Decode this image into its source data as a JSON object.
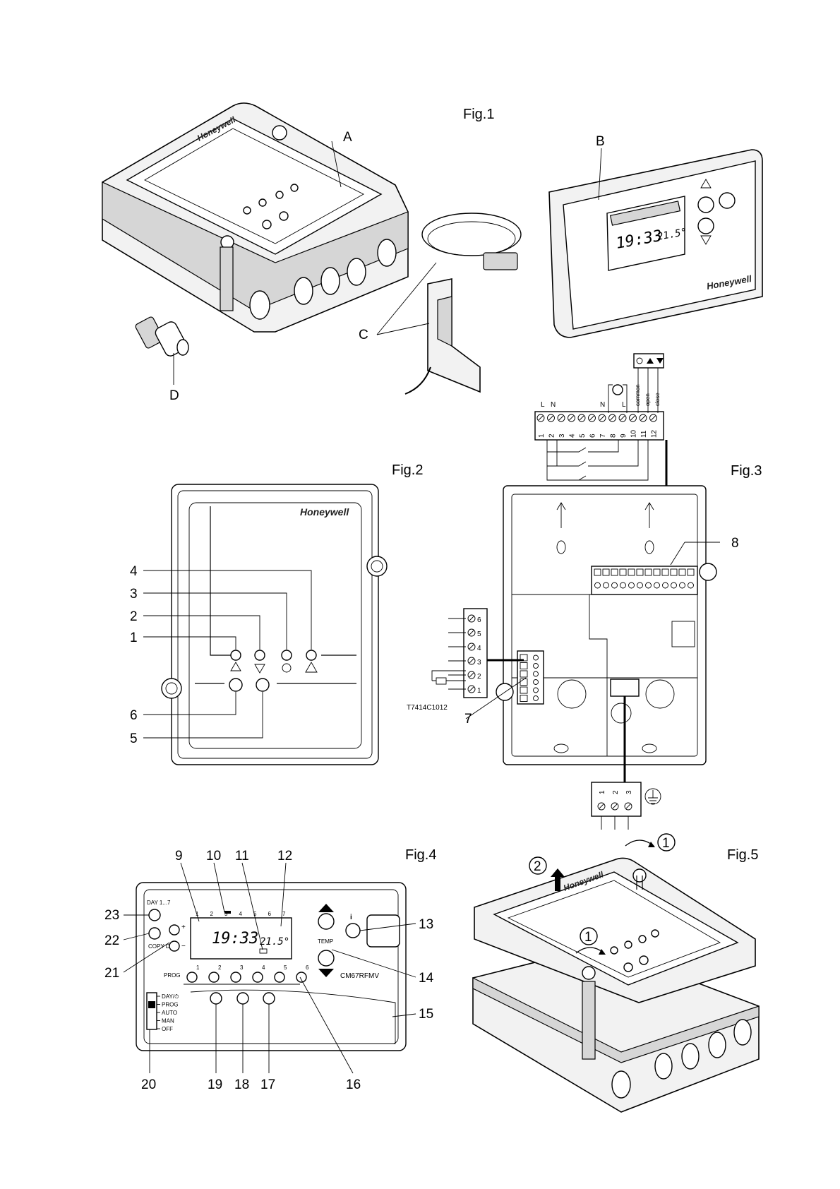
{
  "fig1": {
    "title": "Fig.1",
    "parts": [
      "A",
      "B",
      "C",
      "D"
    ],
    "brand": "Honeywell",
    "lcd_time": "19:33",
    "lcd_temp": "21.5°"
  },
  "fig2": {
    "title": "Fig.2",
    "brand": "Honeywell",
    "callouts": [
      "4",
      "3",
      "2",
      "1",
      "6",
      "5"
    ]
  },
  "fig3": {
    "title": "Fig.3",
    "top_labels": {
      "l1": "L",
      "n1": "N",
      "n2": "N",
      "l2": "L"
    },
    "terminals": [
      "1",
      "2",
      "3",
      "4",
      "5",
      "6",
      "7",
      "8",
      "9",
      "10",
      "11",
      "12"
    ],
    "motor_labels": [
      "common",
      "open",
      "close"
    ],
    "sensor_terminals": [
      "6",
      "5",
      "4",
      "3",
      "2",
      "1"
    ],
    "sensor_model": "T7414C1012",
    "mains_terminals": [
      "1",
      "2",
      "3"
    ],
    "callouts": [
      "8",
      "7"
    ]
  },
  "fig4": {
    "title": "Fig.4",
    "model": "CM67RFMV",
    "lcd_time": "19:33",
    "lcd_temp": "21.5°",
    "day_numbers": [
      "1",
      "2",
      "3",
      "4",
      "5",
      "6",
      "7"
    ],
    "prog_label": "PROG",
    "prog_numbers": [
      "1",
      "2",
      "3",
      "4",
      "5",
      "6"
    ],
    "day_button": "DAY 1...7",
    "copy_day": "COPY DAY",
    "temp_label": "TEMP",
    "switch_positions": [
      "DAY/⏱",
      "PROG",
      "AUTO",
      "MAN",
      "OFF"
    ],
    "callouts_top": [
      "9",
      "10",
      "11",
      "12"
    ],
    "callouts_left": [
      "23",
      "22",
      "21"
    ],
    "callouts_right": [
      "13",
      "14",
      "15"
    ],
    "callouts_bottom": [
      "20",
      "19",
      "18",
      "17",
      "16"
    ]
  },
  "fig5": {
    "title": "Fig.5",
    "brand": "Honeywell",
    "steps": [
      "1",
      "2",
      "1"
    ]
  }
}
